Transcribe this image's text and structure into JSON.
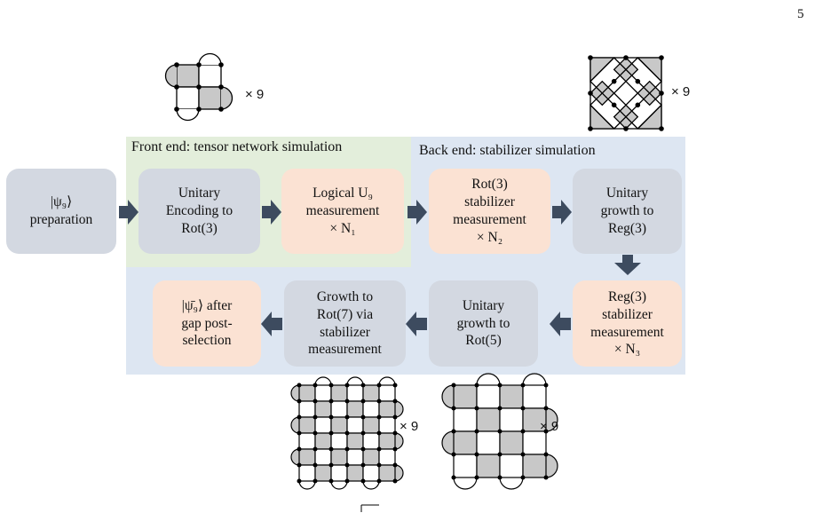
{
  "page_number": "5",
  "front_end_label": "Front end: tensor network simulation",
  "back_end_label": "Back end: stabilizer simulation",
  "nodes": {
    "psi9_prep": [
      "|ψ₉⟩",
      "preparation"
    ],
    "unitary_encoding": [
      "Unitary",
      "Encoding to",
      "Rot(3)"
    ],
    "logical_u9": [
      "Logical U₉",
      "measurement",
      "× N₁"
    ],
    "rot3_stab": [
      "Rot(3)",
      "stabilizer",
      "measurement",
      "× N₂"
    ],
    "unitary_growth_reg3": [
      "Unitary",
      "growth to",
      "Reg(3)"
    ],
    "reg3_stab": [
      "Reg(3)",
      "stabilizer",
      "measurement",
      "× N₃"
    ],
    "unitary_growth_rot5": [
      "Unitary",
      "growth to",
      "Rot(5)"
    ],
    "growth_rot7": [
      "Growth to",
      "Rot(7) via",
      "stabilizer",
      "measurement"
    ],
    "final_state": [
      "|ψ̄₉⟩ after",
      "gap post-",
      "selection"
    ]
  },
  "multipliers": {
    "rot3_lattice": "× 9",
    "reg3_lattice": "× 9",
    "rot7_lattice": "× 9",
    "rot5_lattice": "× 9"
  },
  "colors": {
    "front_region": "#e3eedb",
    "back_region": "#dde6f2",
    "gray_box": "#d3d8e1",
    "peach_box": "#fbe2d3",
    "arrow": "#3d4b5f",
    "lattice_fill": "#c8c8c8"
  },
  "icons": [
    "right-arrow-icon",
    "down-arrow-icon",
    "left-arrow-icon"
  ]
}
